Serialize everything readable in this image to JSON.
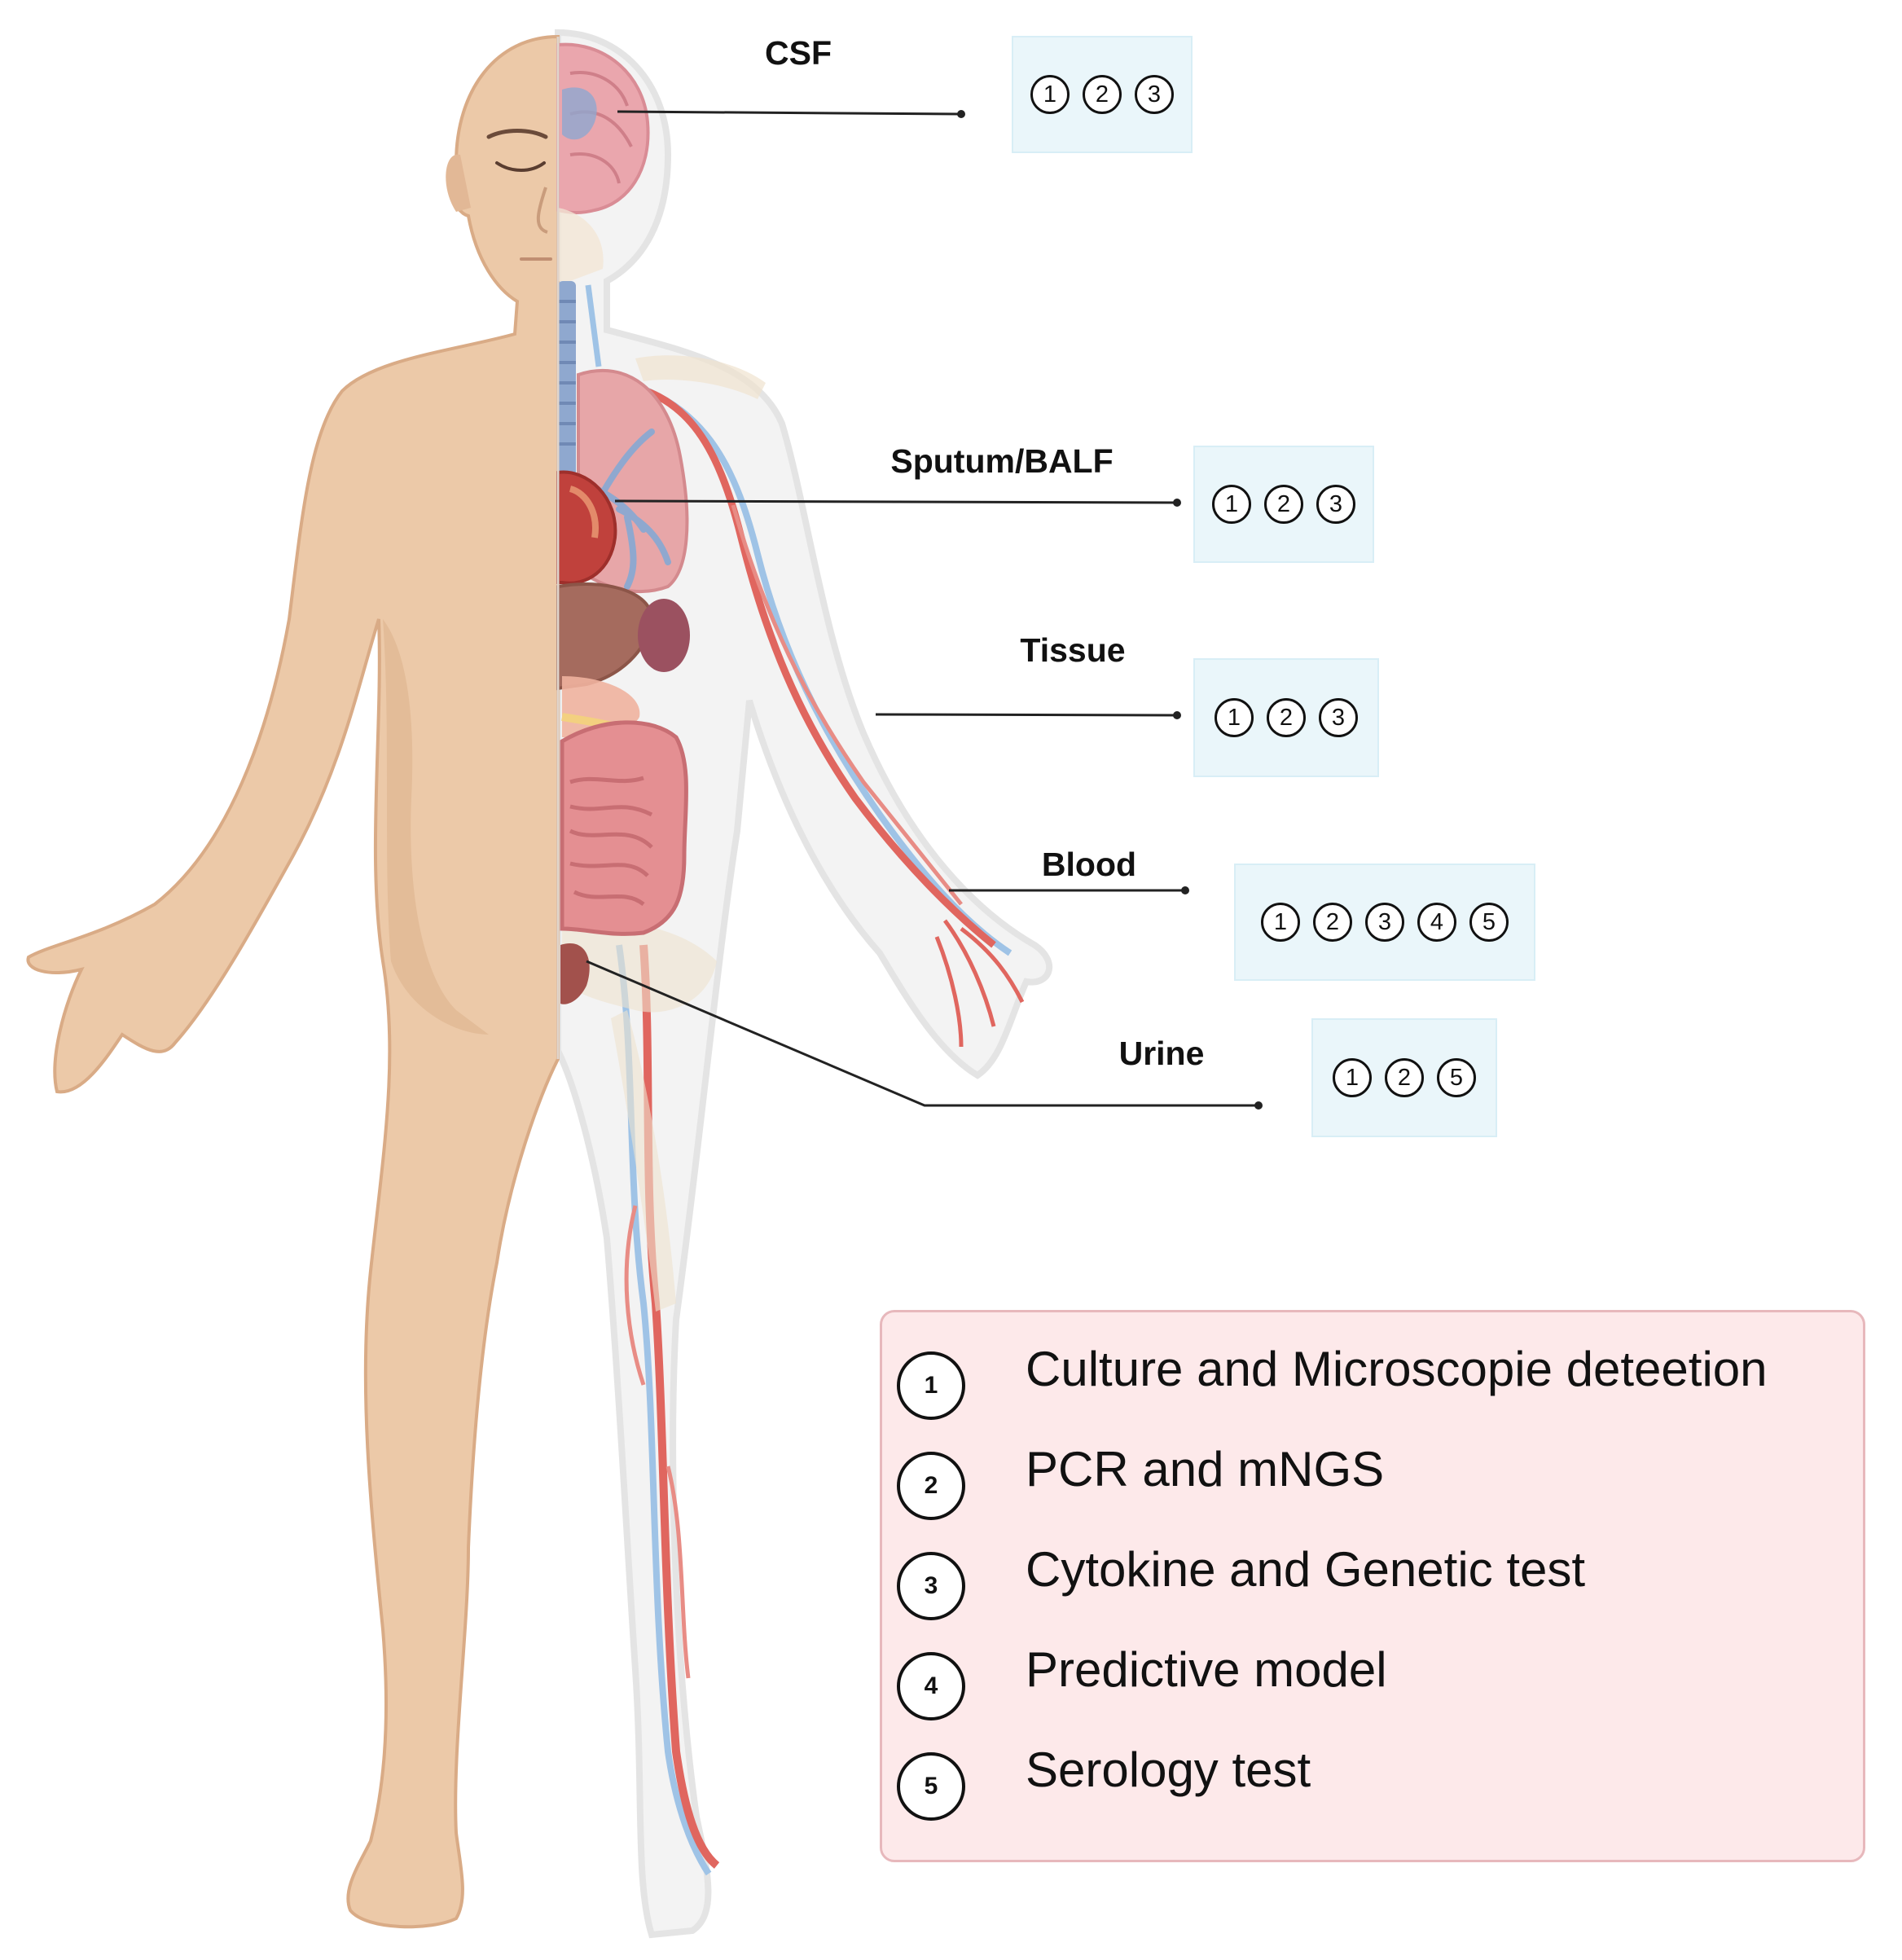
{
  "samples": [
    {
      "label": "CSF",
      "tests": [
        "1",
        "2",
        "3"
      ]
    },
    {
      "label": "Sputum/BALF",
      "tests": [
        "1",
        "2",
        "3"
      ]
    },
    {
      "label": "Tissue",
      "tests": [
        "1",
        "2",
        "3"
      ]
    },
    {
      "label": "Blood",
      "tests": [
        "1",
        "2",
        "3",
        "4",
        "5"
      ]
    },
    {
      "label": "Urine",
      "tests": [
        "1",
        "2",
        "5"
      ]
    }
  ],
  "legend": [
    {
      "num": "1",
      "text": "Culture and Microscopie deteetion"
    },
    {
      "num": "2",
      "text": "PCR and mNGS"
    },
    {
      "num": "3",
      "text": "Cytokine and Genetic test"
    },
    {
      "num": "4",
      "text": "Predictive model"
    },
    {
      "num": "5",
      "text": "Serology test"
    }
  ],
  "colors": {
    "skin": "#ecc9a8",
    "skin_shadow": "#d9ab86",
    "organ_pink": "#e79a9c",
    "artery": "#e0665f",
    "vein": "#9fc3e6",
    "box_fill": "#eaf6fa",
    "legend_fill": "#fde9ea"
  }
}
